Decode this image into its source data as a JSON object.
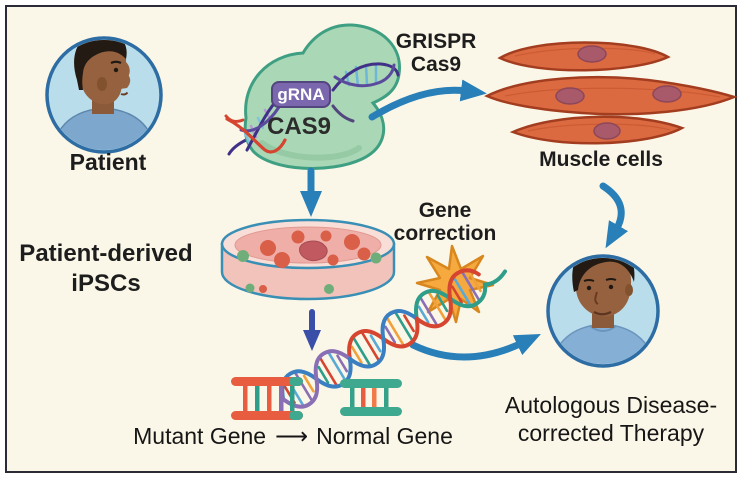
{
  "figure": {
    "title": "CRISPR-Cas9 autologous cell therapy workflow",
    "labels": {
      "patient": "Patient",
      "crispr_line1": "GRISPR",
      "crispr_line2": "Cas9",
      "cas9": "CAS9",
      "grna": "gRNA",
      "muscle_cells": "Muscle cells",
      "ipsc_line1": "Patient-derived",
      "ipsc_line2": "iPSCs",
      "gene_correction_line1": "Gene",
      "gene_correction_line2": "correction",
      "mutant_gene": "Mutant Gene",
      "gene_arrow": "⟶",
      "normal_gene": "Normal Gene",
      "therapy_line1": "Autologous Disease-",
      "therapy_line2": "corrected Therapy"
    },
    "icons": {
      "patient-avatar": "person-profile-portrait",
      "therapy-avatar": "person-three-quarter-portrait",
      "cas9-protein-icon": "green-protein-blob",
      "grna-tag": "purple-rounded-label",
      "dna-in-protein-icon": "double-helix-strands",
      "muscle-cells-icon": "three-spindle-myocytes",
      "petri-dish-icon": "culture-dish-with-colonies",
      "starburst-icon": "orange-burst",
      "dna-helix-icon": "diagonal-double-helix",
      "mutant-gene-icon": "red-gene-ladder",
      "normal-gene-icon": "teal-gene-ladder",
      "flow-arrow": "curved-blue-arrow"
    },
    "colors": {
      "background": "#fbf7e8",
      "border": "#2b2b36",
      "arrow_blue": "#2980b9",
      "arrow_indigo": "#3a4fa8",
      "cas9_green": "#aad7b5",
      "cas9_outline": "#3f9f82",
      "grna_purple": "#7a67ad",
      "muscle_red": "#dc6a41",
      "muscle_outline": "#a33d1f",
      "nucleus_mauve": "#a8596a",
      "starburst_orange": "#f6a93e",
      "dish_pink": "#f2c3bb",
      "dish_outline": "#3a8fb5",
      "avatar_bg": "#b9ddeb",
      "avatar_ring": "#2d6da3",
      "mutant_red": "#e85c40",
      "normal_teal": "#3fa98f",
      "text": "#1d1d1d"
    }
  }
}
